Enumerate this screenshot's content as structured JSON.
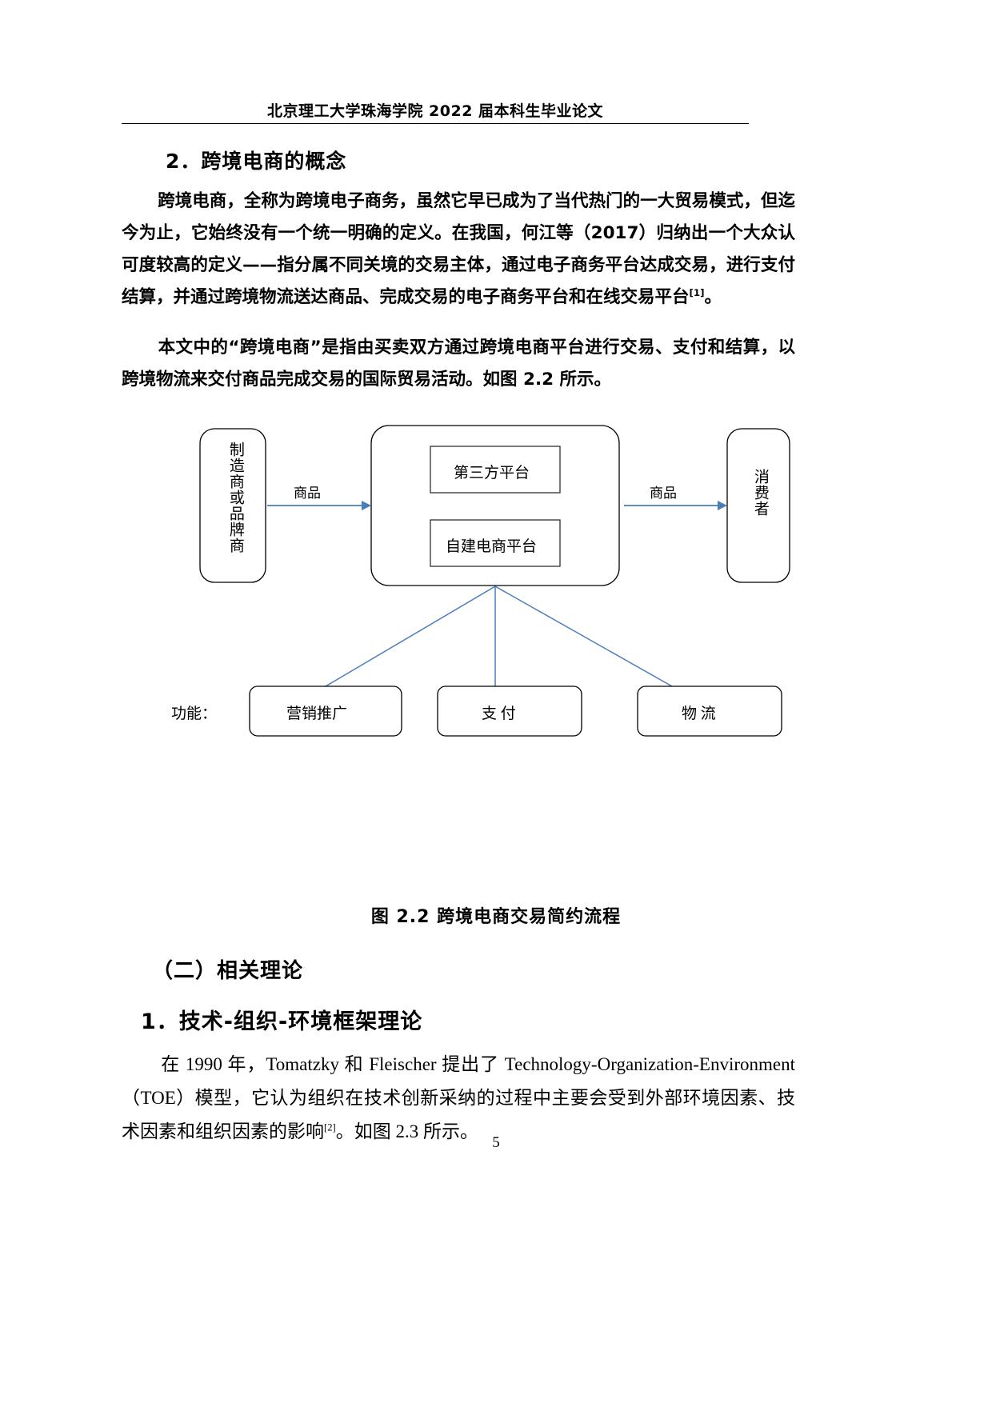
{
  "header": {
    "title": "北京理工大学珠海学院 2022 届本科生毕业论文"
  },
  "headings": {
    "concept": "2．跨境电商的概念",
    "related_theory": "（二）相关理论",
    "toe_framework": "1．技术-组织-环境框架理论"
  },
  "paragraphs": {
    "p1_part1": "跨境电商，全称为跨境电子商务，虽然它早已成为了当代热门的一大贸易模式，但迄今为止，它始终没有一个统一明确的定义。在我国，何江等（2017）归纳出一个大众认可度较高的定义——指分属不同关境的交易主体，通过电子商务平台达成交易，进行支付结算，并通过跨境物流送达商品、完成交易的电子商务平台和在线交易平台",
    "p1_citation": "[1]",
    "p1_part2": "。",
    "p2": "本文中的“跨境电商”是指由买卖双方通过跨境电商平台进行交易、支付和结算，以跨境物流来交付商品完成交易的国际贸易活动。如图 2.2 所示。",
    "p3_part1": "在 1990 年，Tomatzky 和 Fleischer 提出了 Technology-Organization-Environment（TOE）模型，它认为组织在技术创新采纳的过程中主要会受到外部环境因素、技术因素和组织因素的影响",
    "p3_citation": "[2]",
    "p3_part2": "。如图 2.3 所示。"
  },
  "figure": {
    "caption": "图 2.2 跨境电商交易简约流程",
    "nodes": {
      "supplier": "制造商或品牌商",
      "platform_third_party": "第三方平台",
      "platform_self_built": "自建电商平台",
      "consumer": "消费者"
    },
    "arrow_labels": {
      "left": "商品",
      "right": "商品"
    },
    "functions_label": "功能：",
    "functions": [
      "营销推广",
      "支  付",
      "物  流"
    ],
    "colors": {
      "arrow": "#4A7EBB",
      "box_border": "#000000",
      "inner_box_border": "#3F3F3F"
    }
  },
  "footer": {
    "page_number": "5"
  }
}
